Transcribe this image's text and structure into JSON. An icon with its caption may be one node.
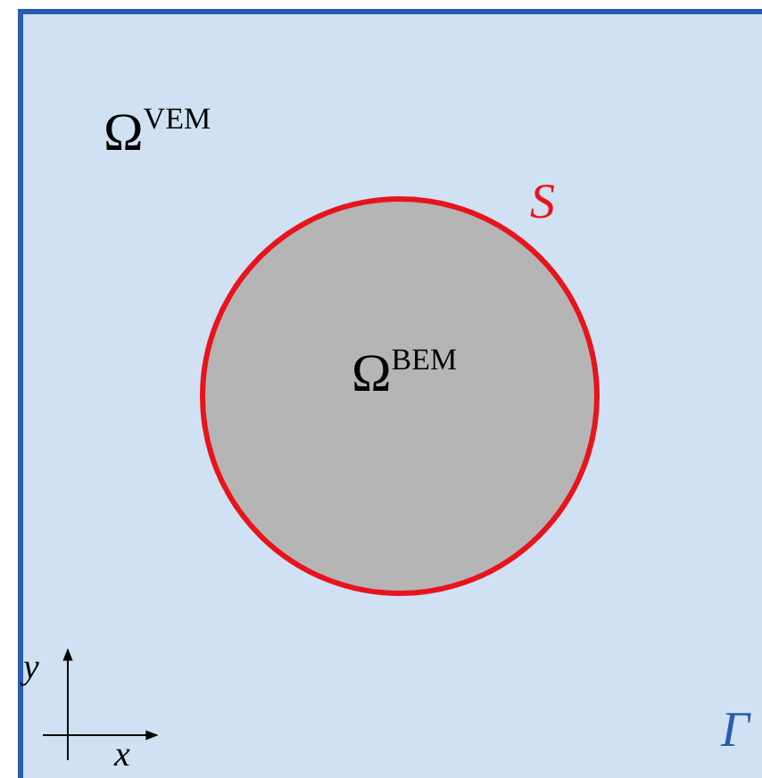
{
  "diagram": {
    "nodes": [
      {
        "text": [
          "Ω$^{VEM}$"
        ]
      },
      {
        "text": [
          "Ω$^{BEM}$"
        ],
        "in": 0
      }
    ],
    "labels": [
      "S",
      "Γ",
      "y",
      "x"
    ]
  }
}
